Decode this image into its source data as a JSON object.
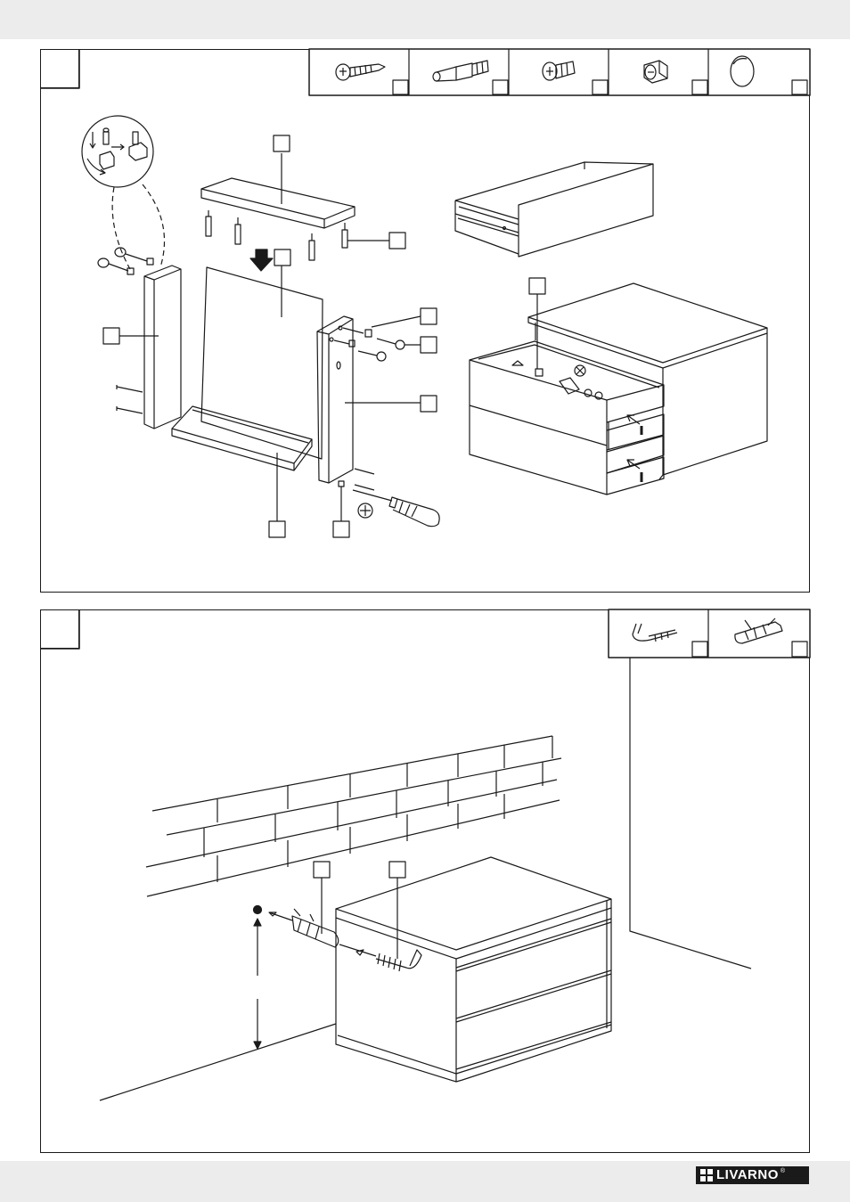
{
  "brand": {
    "name": "LIVARNO",
    "registered_mark": "®",
    "logo_icon": "grid-square-logo-icon"
  },
  "panels": [
    {
      "id": "assembly-step",
      "step_number": "",
      "parts_header": [
        {
          "icon": "countersunk-screw-icon",
          "label": ""
        },
        {
          "icon": "cam-bolt-dowel-icon",
          "label": ""
        },
        {
          "icon": "short-screw-icon",
          "label": ""
        },
        {
          "icon": "cam-lock-icon",
          "label": ""
        },
        {
          "icon": "cover-cap-icon",
          "label": ""
        }
      ],
      "callouts": [
        "",
        "",
        "",
        "",
        "",
        "",
        "",
        "",
        "",
        ""
      ]
    },
    {
      "id": "wall-mount-step",
      "step_number": "",
      "parts_header": [
        {
          "icon": "hook-screw-icon",
          "label": ""
        },
        {
          "icon": "wall-plug-icon",
          "label": ""
        }
      ],
      "callouts": [
        "",
        ""
      ]
    }
  ],
  "colors": {
    "line": "#1a1a1a",
    "band": "#ececec",
    "logo_bg": "#1a1a1a"
  }
}
